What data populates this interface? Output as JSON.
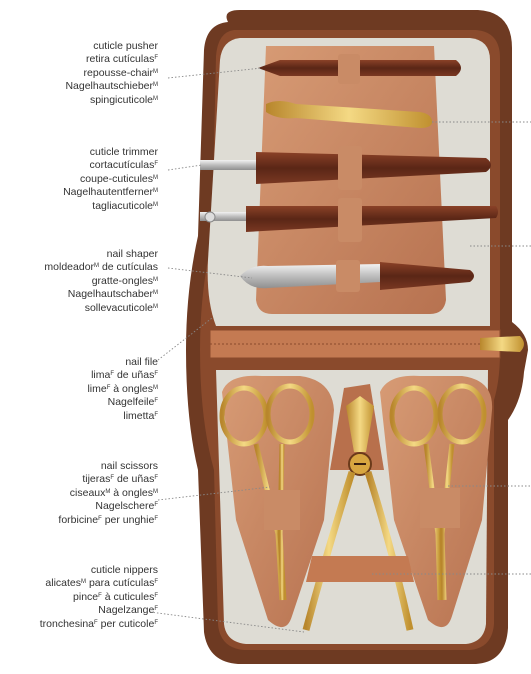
{
  "labels": [
    {
      "id": "cuticle-pusher",
      "lines": [
        {
          "t": "cuticle pusher",
          "g": ""
        },
        {
          "t": "retira cutículas",
          "g": "F"
        },
        {
          "t": "repousse-chair",
          "g": "M"
        },
        {
          "t": "Nagelhautschieber",
          "g": "M"
        },
        {
          "t": "spingicuticole",
          "g": "M"
        }
      ]
    },
    {
      "id": "cuticle-trimmer",
      "lines": [
        {
          "t": "cuticle trimmer",
          "g": ""
        },
        {
          "t": "cortacutículas",
          "g": "F"
        },
        {
          "t": "coupe-cuticules",
          "g": "M"
        },
        {
          "t": "Nagelhautentferner",
          "g": "M"
        },
        {
          "t": "tagliacuticole",
          "g": "M"
        }
      ]
    },
    {
      "id": "nail-shaper",
      "lines": [
        {
          "t": "nail shaper",
          "g": ""
        },
        {
          "t": "moldeador",
          "g": "M",
          "tail": " de cutículas"
        },
        {
          "t": "gratte-ongles",
          "g": "M"
        },
        {
          "t": "Nagelhautschaber",
          "g": "M"
        },
        {
          "t": "sollevacuticole",
          "g": "M"
        }
      ]
    },
    {
      "id": "nail-file",
      "lines": [
        {
          "t": "nail file",
          "g": ""
        },
        {
          "t": "lima",
          "g": "F",
          "tail": " de uñas",
          "g2": "F"
        },
        {
          "t": "lime",
          "g": "F",
          "tail": " à ongles",
          "g2": "M"
        },
        {
          "t": "Nagelfeile",
          "g": "F"
        },
        {
          "t": "limetta",
          "g": "F"
        }
      ]
    },
    {
      "id": "nail-scissors",
      "lines": [
        {
          "t": "nail scissors",
          "g": ""
        },
        {
          "t": "tijeras",
          "g": "F",
          "tail": " de uñas",
          "g2": "F"
        },
        {
          "t": "ciseaux",
          "g": "M",
          "tail": " à ongles",
          "g2": "M"
        },
        {
          "t": "Nagelschere",
          "g": "F"
        },
        {
          "t": "forbicine",
          "g": "F",
          "tail": " per unghie",
          "g2": "F"
        }
      ]
    },
    {
      "id": "cuticle-nippers",
      "lines": [
        {
          "t": "cuticle nippers",
          "g": ""
        },
        {
          "t": "alicates",
          "g": "M",
          "tail": " para cutículas",
          "g2": "F"
        },
        {
          "t": "pince",
          "g": "F",
          "tail": " à cuticules",
          "g2": "F"
        },
        {
          "t": "Nagelzange",
          "g": "F"
        },
        {
          "t": "tronchesina",
          "g": "F",
          "tail": " per cuticole",
          "g2": "F"
        }
      ]
    }
  ],
  "colors": {
    "case_outer": "#6e3a22",
    "case_rim": "#8a4a2c",
    "lining": "#dedcd4",
    "leather": "#c98b66",
    "leather_dark": "#a65f3f",
    "gold": "#d8a640",
    "gold_light": "#f3d47f",
    "steel": "#c9c9c9",
    "brown_tool": "#6b3220",
    "text": "#333333",
    "leader": "#888888"
  }
}
